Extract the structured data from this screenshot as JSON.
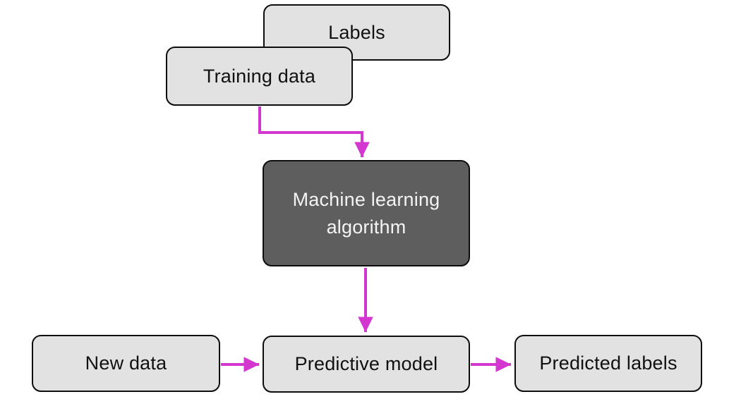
{
  "diagram": {
    "type": "flowchart",
    "nodes": {
      "labels": {
        "label": "Labels",
        "style": "light"
      },
      "training_data": {
        "label": "Training data",
        "style": "light"
      },
      "ml_algorithm": {
        "label": "Machine learning algorithm",
        "style": "dark"
      },
      "new_data": {
        "label": "New data",
        "style": "light"
      },
      "predictive_model": {
        "label": "Predictive model",
        "style": "light"
      },
      "predicted_labels": {
        "label": "Predicted labels",
        "style": "light"
      }
    },
    "edges": [
      {
        "from": "training_data",
        "to": "ml_algorithm",
        "shape": "elbow"
      },
      {
        "from": "ml_algorithm",
        "to": "predictive_model",
        "shape": "straight"
      },
      {
        "from": "new_data",
        "to": "predictive_model",
        "shape": "straight"
      },
      {
        "from": "predictive_model",
        "to": "predicted_labels",
        "shape": "straight"
      }
    ],
    "colors": {
      "node_fill_light": "#e2e2e2",
      "node_fill_dark": "#5e5e5e",
      "node_border": "#0d0d0d",
      "text_dark": "#111111",
      "text_light": "#f4f4f4",
      "arrow": "#d437cf",
      "background": "#ffffff"
    }
  }
}
